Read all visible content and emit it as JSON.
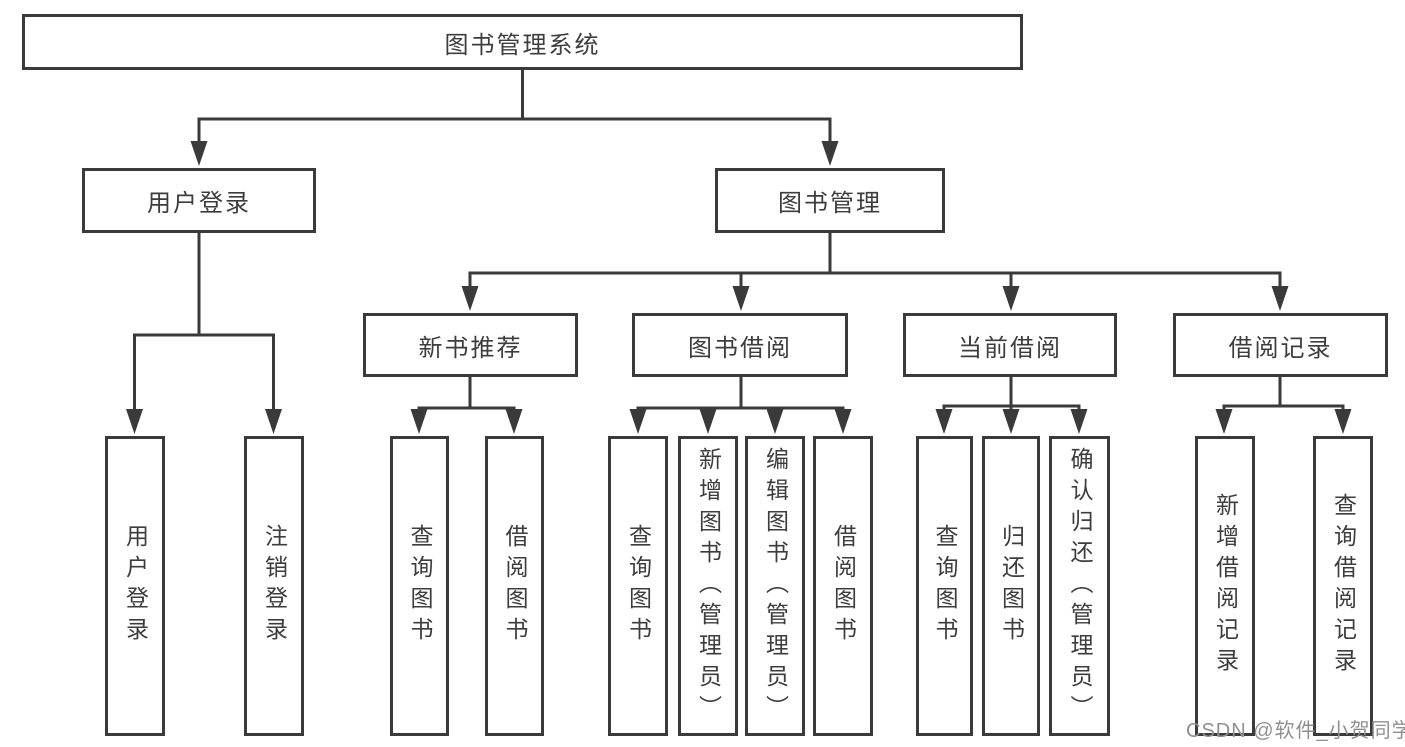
{
  "colors": {
    "line": "#3a3a3a",
    "text": "#3d3d3d",
    "background": "#ffffff",
    "watermark": "#909090"
  },
  "tree": {
    "label": "图书管理系统",
    "children": [
      {
        "label": "用户登录",
        "children": [
          {
            "label": "用户登录"
          },
          {
            "label": "注销登录"
          }
        ]
      },
      {
        "label": "图书管理",
        "children": [
          {
            "label": "新书推荐",
            "children": [
              {
                "label": "查询图书"
              },
              {
                "label": "借阅图书"
              }
            ]
          },
          {
            "label": "图书借阅",
            "children": [
              {
                "label": "查询图书"
              },
              {
                "label": "新增图书（管理员）"
              },
              {
                "label": "编辑图书（管理员）"
              },
              {
                "label": "借阅图书"
              }
            ]
          },
          {
            "label": "当前借阅",
            "children": [
              {
                "label": "查询图书"
              },
              {
                "label": "归还图书"
              },
              {
                "label": "确认归还（管理员）"
              }
            ]
          },
          {
            "label": "借阅记录",
            "children": [
              {
                "label": "新增借阅记录"
              },
              {
                "label": "查询借阅记录"
              }
            ]
          }
        ]
      }
    ]
  },
  "watermark": {
    "text": "CSDN @软件_小贺同学"
  }
}
